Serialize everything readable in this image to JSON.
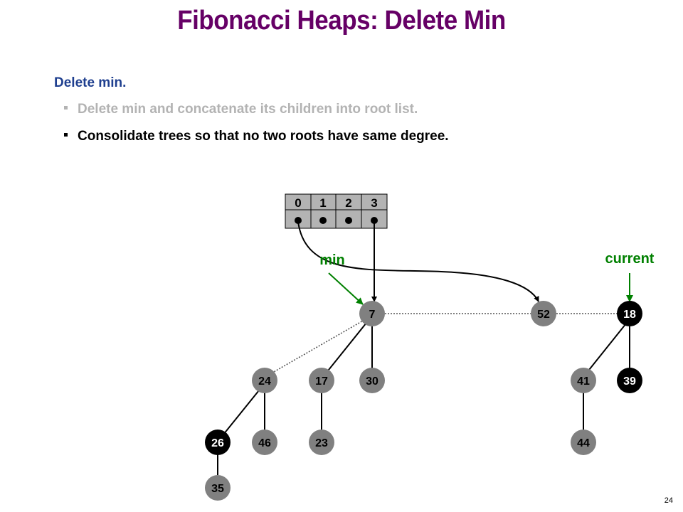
{
  "title": "Fibonacci Heaps:  Delete Min",
  "heading": "Delete min.",
  "bullets": [
    {
      "text": "Delete min and concatenate its children into root list.",
      "color": "#b3b3b3"
    },
    {
      "text": "Consolidate trees so that no two roots have same degree.",
      "color": "#000000"
    }
  ],
  "array": {
    "indices": [
      "0",
      "1",
      "2",
      "3"
    ]
  },
  "labels": {
    "min": "min",
    "current": "current"
  },
  "nodes": {
    "n7": "7",
    "n52": "52",
    "n18": "18",
    "n24": "24",
    "n17": "17",
    "n30": "30",
    "n41": "41",
    "n39": "39",
    "n26": "26",
    "n46": "46",
    "n23": "23",
    "n44": "44",
    "n35": "35"
  },
  "colors": {
    "title": "#660066",
    "heading": "#1f3f8f",
    "node": "#808080",
    "marked": "#000000",
    "pointer": "#008000"
  },
  "page_number": "24"
}
